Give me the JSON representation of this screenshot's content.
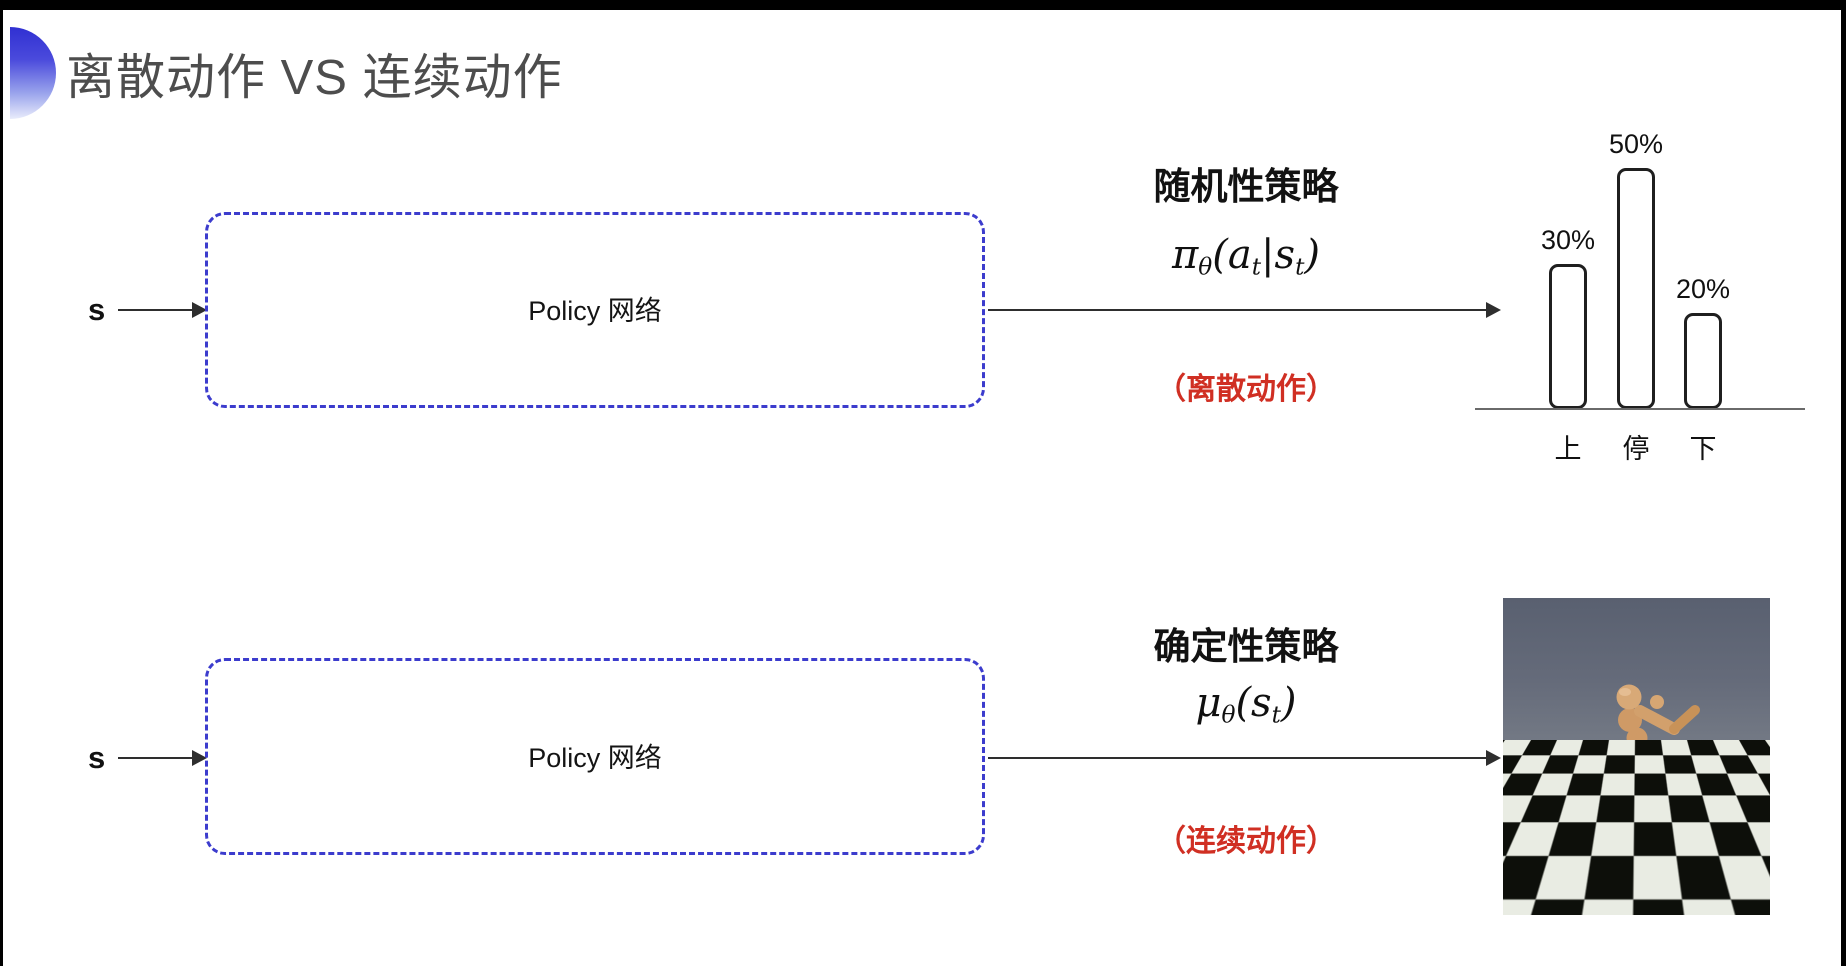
{
  "title": {
    "text": "离散动作 VS 连续动作"
  },
  "rows": {
    "top": {
      "input_label": "s",
      "box_label": "Policy 网络",
      "policy_title": "随机性策略",
      "formula": {
        "symbol": "π",
        "symbol_sub": "θ",
        "open": "(",
        "arg1": "a",
        "arg1_sub": "t",
        "pipe": "|",
        "arg2": "s",
        "arg2_sub": "t",
        "close": ")"
      },
      "note": "（离散动作）"
    },
    "bottom": {
      "input_label": "s",
      "box_label": "Policy 网络",
      "policy_title": "确定性策略",
      "formula": {
        "symbol": "μ",
        "symbol_sub": "θ",
        "open": "(",
        "arg1": "s",
        "arg1_sub": "t",
        "close": ")"
      },
      "note": "（连续动作）"
    }
  },
  "chart_data": {
    "type": "bar",
    "categories": [
      "上",
      "停",
      "下"
    ],
    "values": [
      30,
      50,
      20
    ],
    "value_labels": [
      "30%",
      "50%",
      "20%"
    ],
    "title": "",
    "xlabel": "",
    "ylabel": "",
    "ylim": [
      0,
      55
    ],
    "grid": false,
    "legend": false,
    "bar_style": "white fill, black rounded outline"
  },
  "colors": {
    "accent_blue": "#3c3ccd",
    "note_red": "#d02f23",
    "title_gray": "#4d4d4d",
    "arrow_black": "#2e2e2e",
    "robot_tan": "#cf9a66",
    "sim_sky": "#5f6575",
    "sim_ground_band": "#8e8f7e"
  }
}
